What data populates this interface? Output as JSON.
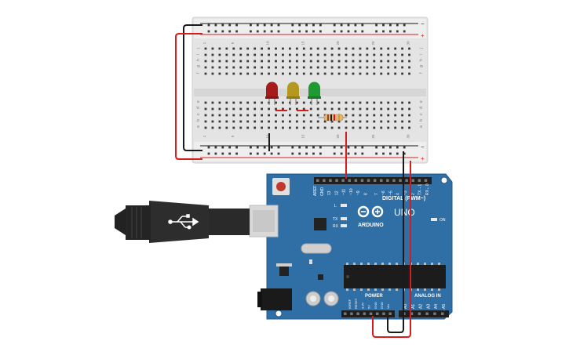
{
  "breadboard": {
    "rail_plus": "+",
    "rail_minus": "−",
    "column_numbers": [
      "1",
      "5",
      "10",
      "15",
      "20",
      "25",
      "30"
    ],
    "rows_top": [
      "j",
      "i",
      "h",
      "g",
      "f"
    ],
    "rows_bottom": [
      "e",
      "d",
      "c",
      "b",
      "a"
    ]
  },
  "leds": [
    {
      "color_name": "red-led",
      "color": "#b81c1c"
    },
    {
      "color_name": "yellow-led",
      "color": "#b8a21c"
    },
    {
      "color_name": "green-led",
      "color": "#23a23a"
    }
  ],
  "arduino": {
    "board_color": "#2f6fa6",
    "logo_text": "ARDUINO",
    "model_text": "UNO",
    "digital_label": "DIGITAL (PWM~)",
    "power_label": "POWER",
    "analog_label": "ANALOG IN",
    "on_label": "ON",
    "l_label": "L",
    "tx_label": "TX",
    "rx_label": "RX",
    "aref_label": "AREF",
    "gnd_label": "GND",
    "digital_pins": [
      "13",
      "12",
      "~11",
      "~10",
      "~9",
      "8",
      "7",
      "~6",
      "~5",
      "4",
      "~3",
      "2",
      "TX→1",
      "RX←0"
    ],
    "power_pins": [
      "IOREF",
      "RESET",
      "3.3V",
      "5V",
      "GND",
      "GND",
      "Vin"
    ],
    "analog_pins": [
      "A0",
      "A1",
      "A2",
      "A3",
      "A4",
      "A5"
    ]
  },
  "wire_colors": {
    "red": "#d61d1d",
    "black": "#1a1a1a"
  }
}
